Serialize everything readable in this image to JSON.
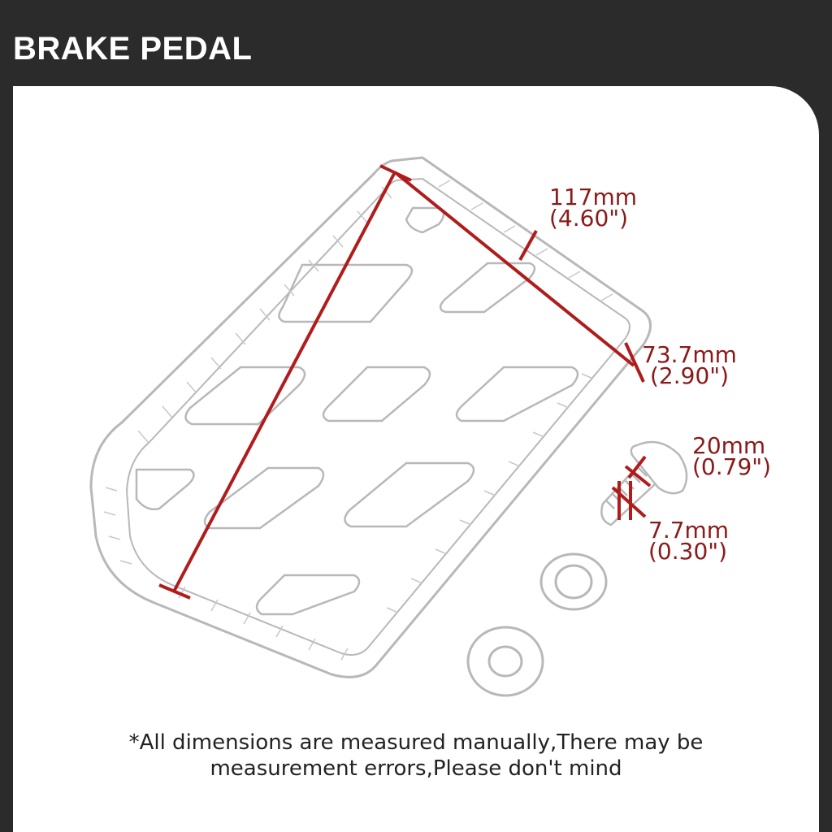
{
  "header": {
    "title": "BRAKE PEDAL"
  },
  "colors": {
    "background": "#2b2b2b",
    "panel": "#ffffff",
    "dimension": "#b01c1c",
    "dimension_text": "#8b1a1a",
    "outline": "#b8b8b8"
  },
  "dimensions": {
    "length": {
      "metric": "117mm",
      "imperial": "(4.60\")"
    },
    "width": {
      "metric": "73.7mm",
      "imperial": "(2.90\")"
    },
    "bolt_length": {
      "metric": "20mm",
      "imperial": "(0.79\")"
    },
    "bolt_diameter": {
      "metric": "7.7mm",
      "imperial": "(0.30\")"
    }
  },
  "footnote": {
    "line1": "*All dimensions are measured manually,There may be",
    "line2": "measurement errors,Please don't mind"
  }
}
